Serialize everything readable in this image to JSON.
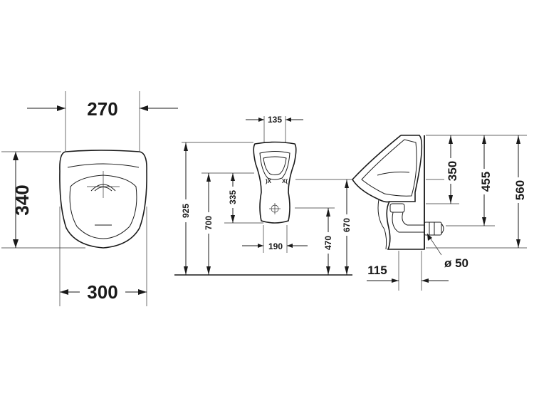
{
  "front_view": {
    "top_width": "270",
    "bottom_width": "300",
    "height": "340"
  },
  "side_view_left": {
    "top_gap": "135",
    "total_height": "925",
    "height_700": "700",
    "height_335": "335",
    "width_190": "190",
    "height_470": "470",
    "height_670": "670"
  },
  "side_view_right": {
    "height_350": "350",
    "height_455": "455",
    "height_560": "560",
    "depth_115": "115",
    "pipe_diameter": "ø 50"
  }
}
